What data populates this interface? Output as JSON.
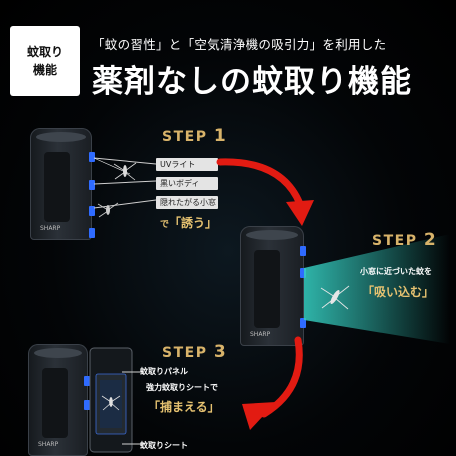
{
  "badge": {
    "line1": "蚊取り",
    "line2": "機能"
  },
  "header": {
    "subtitle": "「蚊の習性」と「空気清浄機の吸引力」を利用した",
    "title": "薬剤なしの蚊取り機能"
  },
  "step1": {
    "title_word": "STEP",
    "title_num": "1",
    "labels": [
      "UVライト",
      "黒いボディ",
      "隠れたがる小窓"
    ],
    "caption_pre": "で",
    "caption_em": "「誘う」"
  },
  "step2": {
    "title_word": "STEP",
    "title_num": "2",
    "caption_line1": "小窓に近づいた蚊を",
    "caption_em": "「吸い込む」"
  },
  "step3": {
    "title_word": "STEP",
    "title_num": "3",
    "label_panel": "蚊取りパネル",
    "caption_line1": "強力蚊取りシートで",
    "caption_em": "「捕まえる」",
    "label_sheet": "蚊取りシート"
  },
  "colors": {
    "accent_gold": "#e6c271",
    "arrow_red": "#e21b12",
    "led_blue": "#2f6bff",
    "flow_cyan": "#35d0c2"
  },
  "icons": [
    "mosquito-icon",
    "curved-arrow-icon"
  ]
}
